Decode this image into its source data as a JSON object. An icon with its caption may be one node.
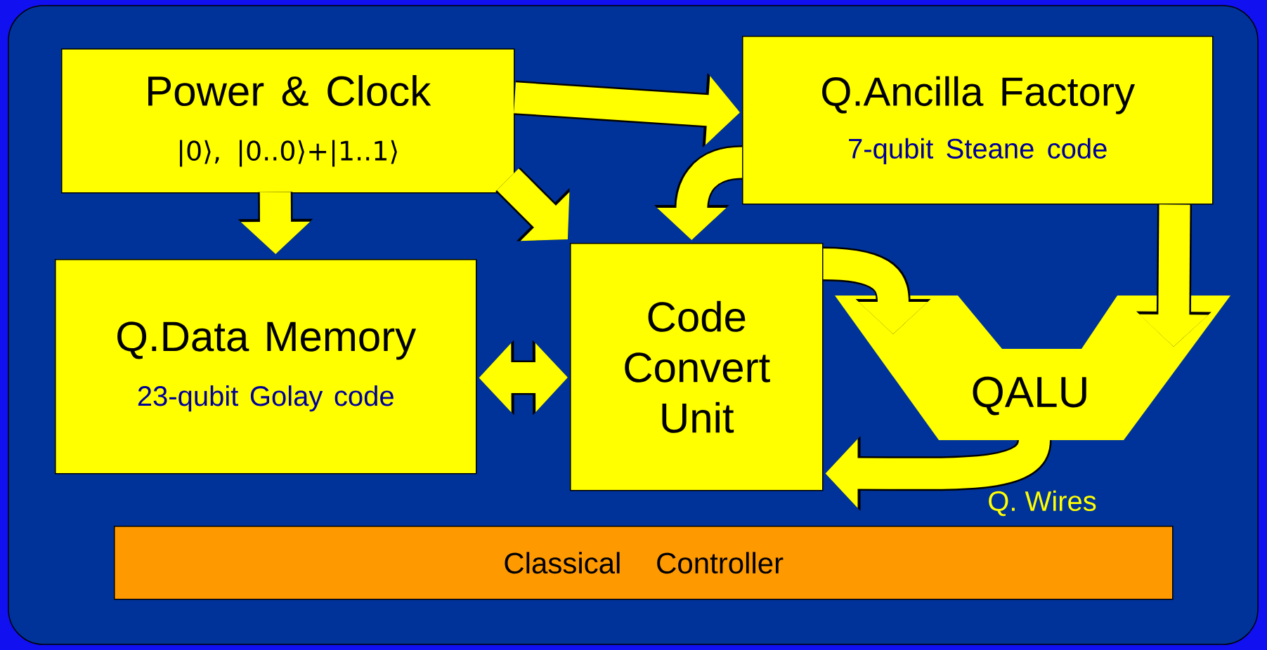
{
  "diagram": {
    "nodes": [
      {
        "text": [
          "Power & Clock",
          "|0⟩, |0..0⟩+|1..1⟩"
        ]
      },
      {
        "text": [
          "Q.Ancilla Factory",
          "7-qubit Steane code"
        ]
      },
      {
        "text": [
          "Q.Data Memory",
          "23-qubit Golay code"
        ]
      },
      {
        "text": [
          "Code Convert Unit"
        ]
      },
      {
        "text": [
          "QALU"
        ]
      },
      {
        "text": [
          "Classical Controller"
        ]
      }
    ],
    "edges": [
      {
        "from": 0,
        "to": 1,
        "arrow": "to"
      },
      {
        "from": 0,
        "to": 2,
        "arrow": "to"
      },
      {
        "from": 0,
        "to": 3,
        "arrow": "to"
      },
      {
        "from": 1,
        "to": 3,
        "arrow": "to"
      },
      {
        "from": 2,
        "to": 3,
        "arrow": "both"
      },
      {
        "from": 3,
        "to": 4,
        "arrow": "to"
      },
      {
        "from": 1,
        "to": 4,
        "arrow": "to"
      },
      {
        "from": 4,
        "to": 3,
        "arrow": "to",
        "label": "Q. Wires"
      }
    ]
  }
}
